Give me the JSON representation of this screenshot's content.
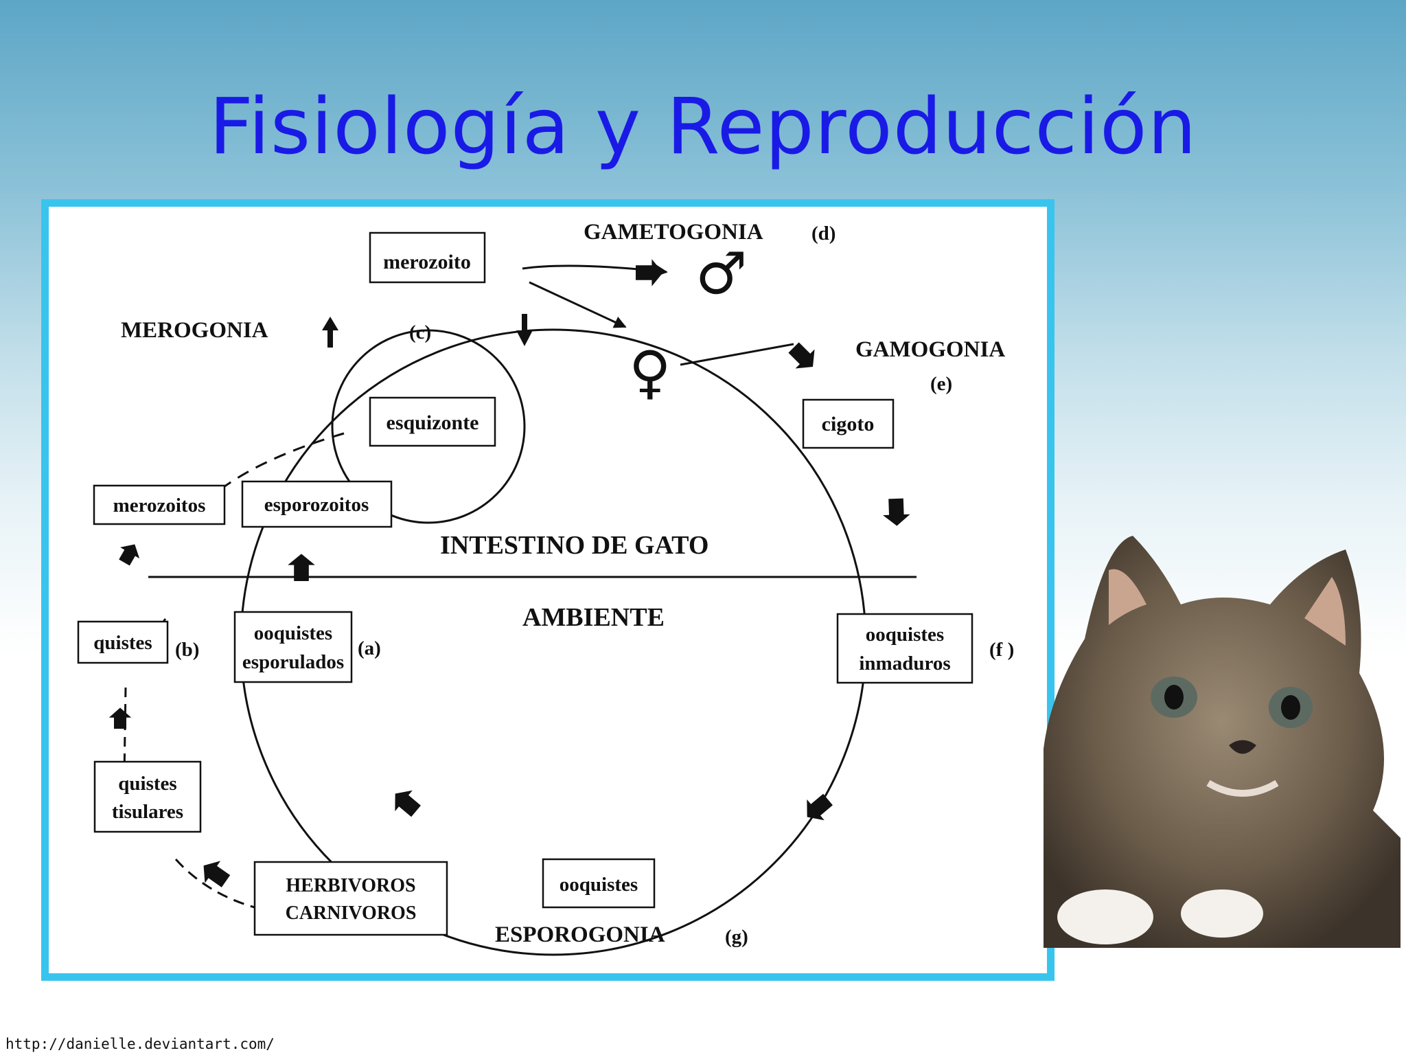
{
  "slide": {
    "title": "Fisiología y Reproducción",
    "credit": "http://danielle.deviantart.com/"
  },
  "diagram": {
    "boxes": {
      "merozoito": "merozoito",
      "esquizonte": "esquizonte",
      "cigoto": "cigoto",
      "merozoitos": "merozoitos",
      "esporozoitos": "esporozoitos",
      "quistes": "quistes",
      "ooquistes_esporulados_1": "ooquistes",
      "ooquistes_esporulados_2": "esporulados",
      "ooquistes_inmaduros_1": "ooquistes",
      "ooquistes_inmaduros_2": "inmaduros",
      "quistes_tisulares_1": "quistes",
      "quistes_tisulares_2": "tisulares",
      "ooquistes": "ooquistes",
      "herbivoros": "HERBIVOROS",
      "carnivoros": "CARNIVOROS"
    },
    "labels": {
      "gametogonia": "GAMETOGONIA",
      "d": "(d)",
      "merogonia": "MEROGONIA",
      "c": "(c)",
      "gamogonia": "GAMOGONIA",
      "e": "(e)",
      "intestino": "INTESTINO DE GATO",
      "ambiente": "AMBIENTE",
      "b": "(b)",
      "a": "(a)",
      "f": "(f )",
      "esporogonia": "ESPOROGONIA",
      "g": "(g)",
      "male": "♂",
      "female": "♀"
    }
  }
}
